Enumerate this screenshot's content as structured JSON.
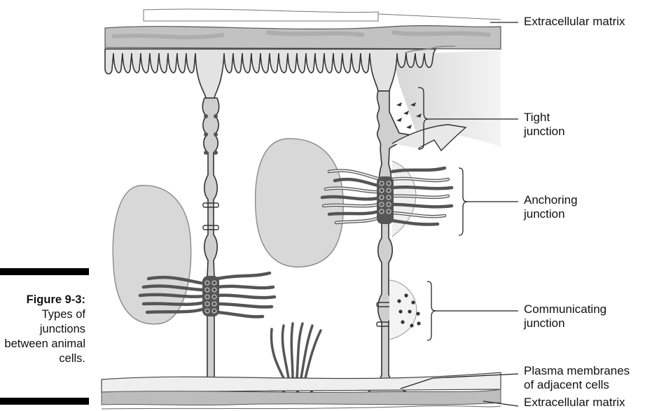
{
  "caption": {
    "number": "Figure 9-3:",
    "text": "Types of junctions between animal cells."
  },
  "labels": {
    "ecm_top": "Extracellular matrix",
    "tight": [
      "Tight",
      "junction"
    ],
    "anchoring": [
      "Anchoring",
      "junction"
    ],
    "communicating": [
      "Communicating",
      "junction"
    ],
    "plasma": [
      "Plasma membranes",
      "of adjacent cells"
    ],
    "ecm_bottom": "Extracellular matrix"
  },
  "colors": {
    "ecm": "#b9b9b9",
    "cell": "#dedede",
    "nucleus": "#d9d9d9",
    "membrane": "#6a6a6a",
    "outline": "#333333"
  }
}
